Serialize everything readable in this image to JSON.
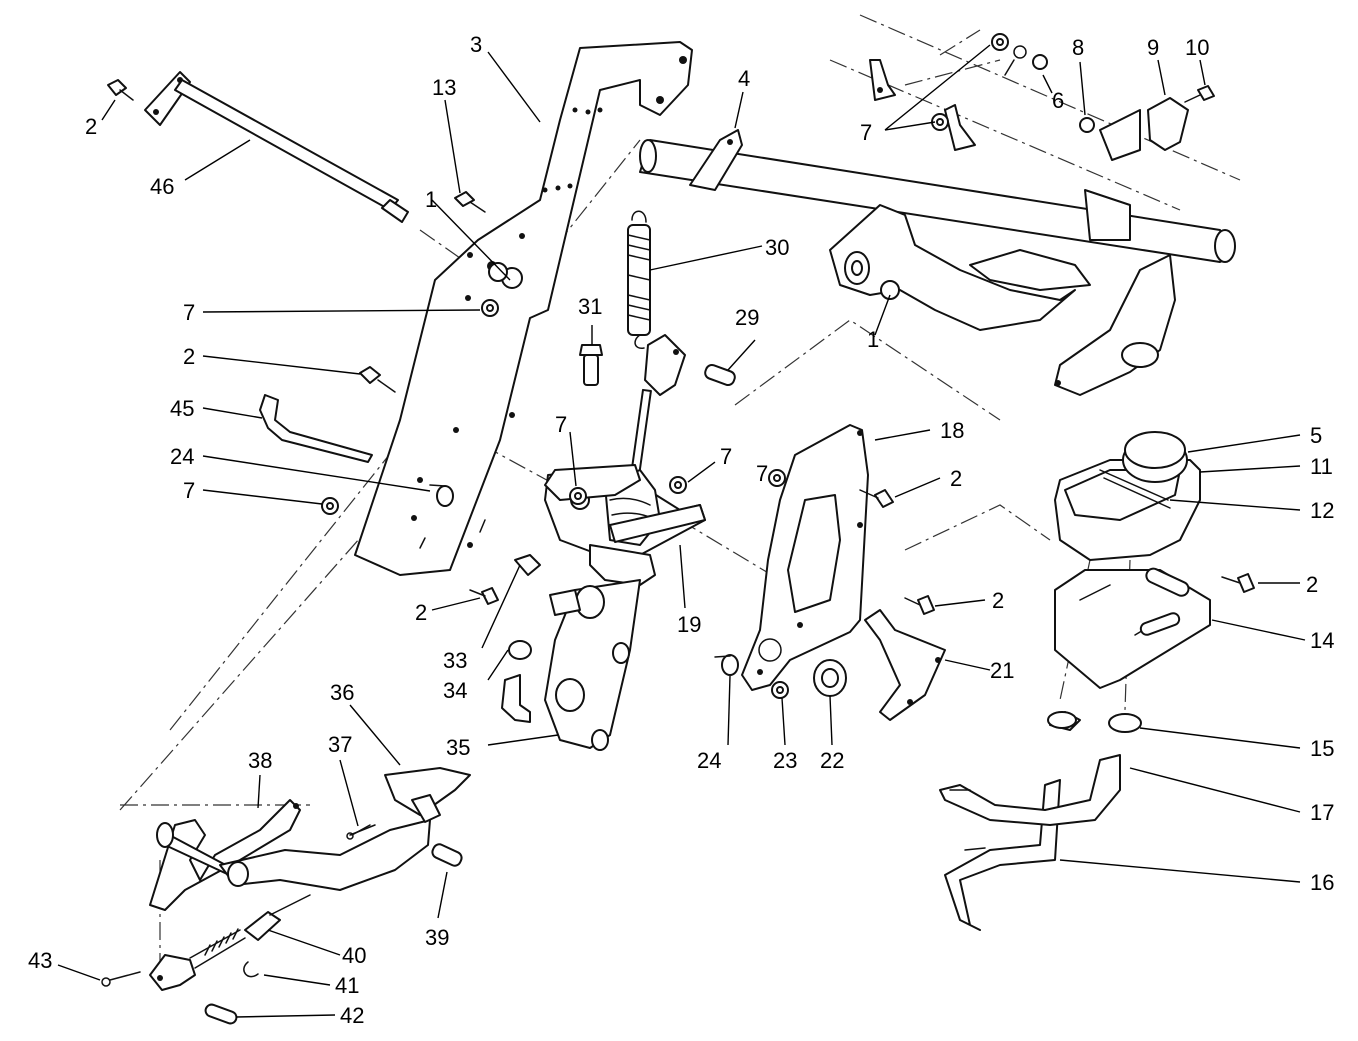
{
  "diagram": {
    "type": "exploded-parts-diagram",
    "callouts": [
      "1",
      "1",
      "2",
      "2",
      "2",
      "2",
      "2",
      "2",
      "3",
      "4",
      "5",
      "6",
      "7",
      "7",
      "7",
      "7",
      "7",
      "7",
      "8",
      "9",
      "10",
      "11",
      "12",
      "13",
      "14",
      "15",
      "16",
      "17",
      "18",
      "19",
      "21",
      "22",
      "23",
      "24",
      "24",
      "29",
      "30",
      "31",
      "33",
      "34",
      "35",
      "36",
      "37",
      "38",
      "39",
      "40",
      "41",
      "42",
      "43",
      "45",
      "46"
    ]
  }
}
